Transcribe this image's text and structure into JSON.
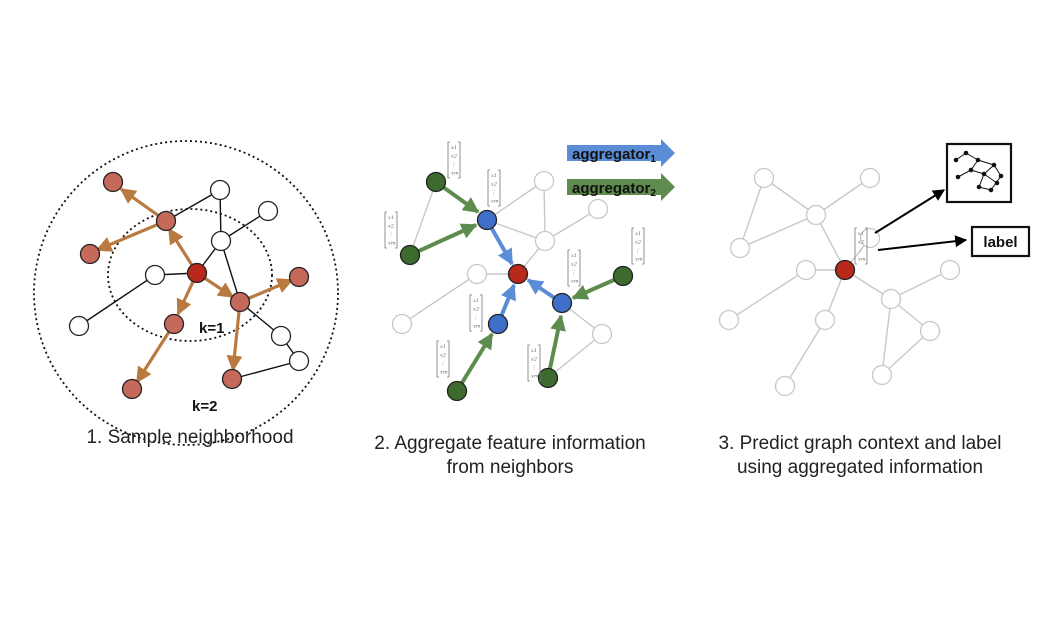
{
  "panels": [
    {
      "id": "sample",
      "caption_lines": [
        "1. Sample neighborhood"
      ],
      "radius_labels": [
        "k=1",
        "k=2"
      ]
    },
    {
      "id": "aggregate",
      "caption_lines": [
        "2. Aggregate feature information",
        "from neighbors"
      ],
      "aggregators": [
        {
          "text": "aggregator",
          "subscript": "1",
          "color": "#5B8CD6"
        },
        {
          "text": "aggregator",
          "subscript": "2",
          "color": "#5E8C4E"
        }
      ]
    },
    {
      "id": "predict",
      "caption_lines": [
        "3. Predict graph context and label",
        "using aggregated information"
      ],
      "label_box": "label"
    }
  ],
  "feature_vector": [
    "x1",
    "x2",
    "⋮",
    "xm"
  ],
  "colors": {
    "target_node": "#B8281B",
    "sampled_node": "#C5695A",
    "hop1_node": "#3F6FC8",
    "hop2_node": "#3D6B2D",
    "orange_edge": "#B97A3F",
    "blue_edge": "#5B8CD6",
    "green_edge": "#5E8C4E",
    "faded_edge": "#C8C8C8"
  }
}
